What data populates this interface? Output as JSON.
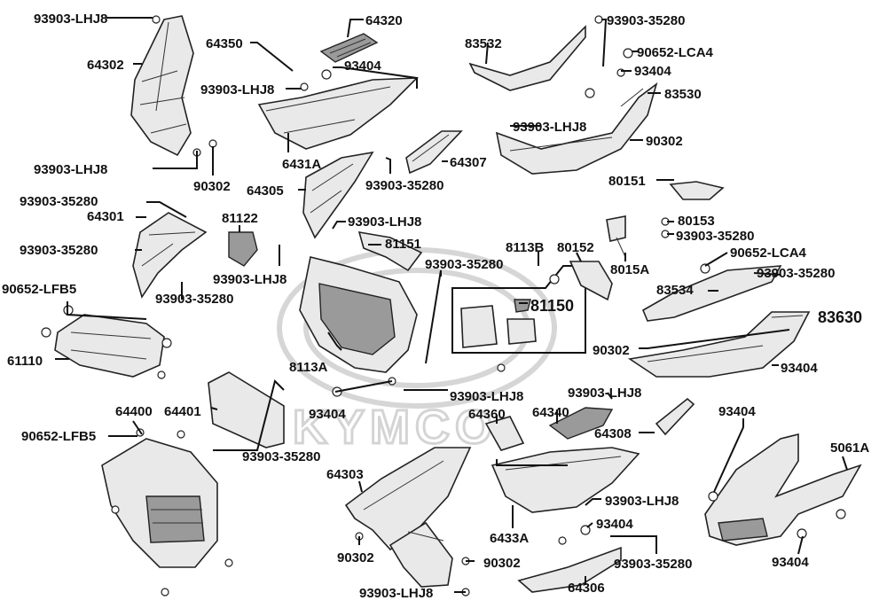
{
  "watermark": "KYMCO",
  "labels": {
    "l01": "93903-LHJ8",
    "l02": "64302",
    "l03": "93903-LHJ8",
    "l04": "90302",
    "l05": "64320",
    "l06": "64350",
    "l07": "93404",
    "l08": "93903-LHJ8",
    "l09": "6431A",
    "l10": "64305",
    "l11": "93903-35280",
    "l12": "64307",
    "l13": "83532",
    "l14": "93903-35280",
    "l15": "90652-LCA4",
    "l16": "93404",
    "l17": "83530",
    "l18": "93903-LHJ8",
    "l19": "90302",
    "l20": "80151",
    "l21": "80153",
    "l22": "93903-35280",
    "l23": "90652-LCA4",
    "l24": "93903-35280",
    "l25": "83534",
    "l26": "83630",
    "l27": "90302",
    "l28": "93404",
    "l29": "93903-35280",
    "l30": "64301",
    "l31": "93903-35280",
    "l32": "90652-LFB5",
    "l33": "61110",
    "l34": "81122",
    "l35": "93903-LHJ8",
    "l36": "93903-35280",
    "l37": "93903-LHJ8",
    "l38": "81151",
    "l39": "93903-35280",
    "l40": "8113B",
    "l41": "80152",
    "l42": "8015A",
    "l43": "81150",
    "l44": "8113A",
    "l45": "93404",
    "l46": "93903-LHJ8",
    "l47": "93903-LHJ8",
    "l48": "64360",
    "l49": "64340",
    "l50": "64308",
    "l51": "64400",
    "l52": "64401",
    "l53": "90652-LFB5",
    "l54": "93903-35280",
    "l55": "64303",
    "l56": "90302",
    "l57": "90302",
    "l58": "93903-LHJ8",
    "l59": "93903-LHJ8",
    "l60": "6433A",
    "l61": "93404",
    "l62": "93903-35280",
    "l63": "64306",
    "l64": "93404",
    "l65": "5061A",
    "l66": "93404"
  }
}
